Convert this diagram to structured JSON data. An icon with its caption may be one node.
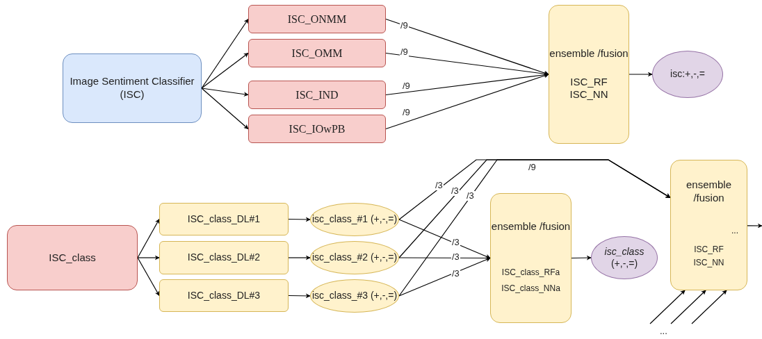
{
  "diagram": {
    "nodes": [
      {
        "text": [
          "Image Sentiment Classifier (ISC)"
        ]
      },
      {
        "text": [
          "ISC_ONMM"
        ]
      },
      {
        "text": [
          "ISC_OMM"
        ]
      },
      {
        "text": [
          "ISC_IND"
        ]
      },
      {
        "text": [
          "ISC_IOwPB"
        ]
      },
      {
        "text": [
          "ensemble /fusion",
          "ISC_RF",
          "ISC_NN"
        ]
      },
      {
        "text": [
          "isc:+,-,="
        ]
      },
      {
        "text": [
          "ISC_class"
        ]
      },
      {
        "text": [
          "ISC_class_DL#1"
        ]
      },
      {
        "text": [
          "ISC_class_DL#2"
        ]
      },
      {
        "text": [
          "ISC_class_DL#3"
        ]
      },
      {
        "text": [
          "isc_class_#1 (+,-,=)"
        ]
      },
      {
        "text": [
          "isc_class_#2 (+,-,=)"
        ]
      },
      {
        "text": [
          "isc_class_#3 (+,-,=)"
        ]
      },
      {
        "text": [
          "ensemble /fusion",
          "ISC_class_RFa",
          "ISC_class_NNa"
        ]
      },
      {
        "text": [
          "*isc_class* (+,-,=)"
        ]
      },
      {
        "text": [
          "ensemble /fusion",
          "...",
          "ISC_RF",
          "ISC_NN"
        ]
      }
    ],
    "edges": [
      {
        "from": 0,
        "to": 1,
        "arrow": "to"
      },
      {
        "from": 0,
        "to": 2,
        "arrow": "to"
      },
      {
        "from": 0,
        "to": 3,
        "arrow": "to"
      },
      {
        "from": 0,
        "to": 4,
        "arrow": "to"
      },
      {
        "from": 1,
        "to": 5,
        "arrow": "to",
        "label": "/9"
      },
      {
        "from": 2,
        "to": 5,
        "arrow": "to",
        "label": "/9"
      },
      {
        "from": 3,
        "to": 5,
        "arrow": "to",
        "label": "/9"
      },
      {
        "from": 4,
        "to": 5,
        "arrow": "to",
        "label": "/9"
      },
      {
        "from": 5,
        "to": 6,
        "arrow": "to"
      },
      {
        "from": 7,
        "to": 8,
        "arrow": "to"
      },
      {
        "from": 7,
        "to": 9,
        "arrow": "to"
      },
      {
        "from": 7,
        "to": 10,
        "arrow": "to"
      },
      {
        "from": 8,
        "to": 11,
        "arrow": "to"
      },
      {
        "from": 9,
        "to": 12,
        "arrow": "to"
      },
      {
        "from": 10,
        "to": 13,
        "arrow": "to"
      },
      {
        "from": 11,
        "to": 14,
        "arrow": "to",
        "label": "/3"
      },
      {
        "from": 12,
        "to": 14,
        "arrow": "to",
        "label": "/3"
      },
      {
        "from": 13,
        "to": 14,
        "arrow": "to",
        "label": "/3"
      },
      {
        "from": 11,
        "to": 16,
        "arrow": "to",
        "label": "/3"
      },
      {
        "from": 12,
        "to": 16,
        "arrow": "to",
        "label": "/3"
      },
      {
        "from": 13,
        "to": 16,
        "arrow": "to",
        "label": "/3"
      },
      {
        "from": 14,
        "to": 15,
        "arrow": "to"
      },
      {
        "from": 16,
        "to": null,
        "arrow": "to"
      },
      {
        "from": null,
        "to": 16,
        "arrow": "to"
      },
      {
        "from": null,
        "to": 16,
        "arrow": "to"
      },
      {
        "from": null,
        "to": 16,
        "arrow": "to"
      }
    ],
    "labels": [
      "/9",
      "..."
    ]
  }
}
